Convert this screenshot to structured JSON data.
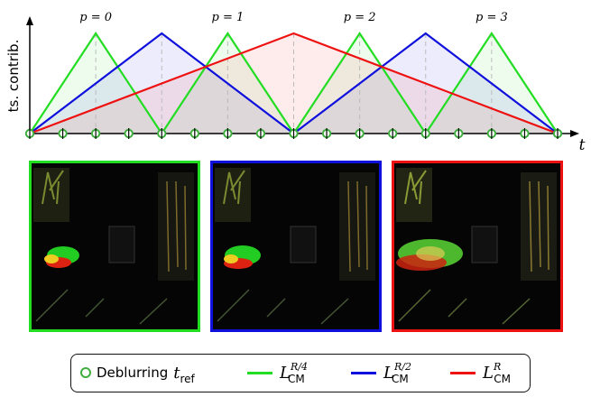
{
  "ylabel": "ts. contrib.",
  "xlabel": "t",
  "p_labels": [
    "p = 0",
    "p = 1",
    "p = 2",
    "p = 3"
  ],
  "colors": {
    "green": "#22dd22",
    "blue": "#1010dd",
    "red": "#ee1111",
    "marker": "#3fae3f"
  },
  "series": [
    {
      "key": "quarter",
      "color": "#22dd22",
      "peaks": [
        1,
        3,
        5,
        7
      ],
      "half_width": 1
    },
    {
      "key": "half",
      "color": "#1010dd",
      "peaks": [
        2,
        6
      ],
      "half_width": 2
    },
    {
      "key": "full",
      "color": "#ee1111",
      "peaks": [
        4
      ],
      "half_width": 4
    }
  ],
  "markers": [
    0,
    0.5,
    1,
    1.5,
    2,
    2.5,
    3,
    3.5,
    4,
    4.5,
    5,
    5.5,
    6,
    6.5,
    7,
    7.5,
    8
  ],
  "deblur_markers": [
    0,
    2,
    4,
    6,
    8
  ],
  "panels": [
    {
      "name": "panel-quarter",
      "border": "#22dd22"
    },
    {
      "name": "panel-half",
      "border": "#1010dd"
    },
    {
      "name": "panel-full",
      "border": "#ee1111"
    }
  ],
  "legend": {
    "deblur_label": "Deblurring",
    "deblur_symbol": "t",
    "deblur_sub": "ref",
    "entries": [
      {
        "symbol": "L",
        "sub": "CM",
        "sup": "R/4",
        "color": "#22dd22"
      },
      {
        "symbol": "L",
        "sub": "CM",
        "sup": "R/2",
        "color": "#1010dd"
      },
      {
        "symbol": "L",
        "sub": "CM",
        "sup": "R",
        "color": "#ee1111"
      }
    ]
  }
}
